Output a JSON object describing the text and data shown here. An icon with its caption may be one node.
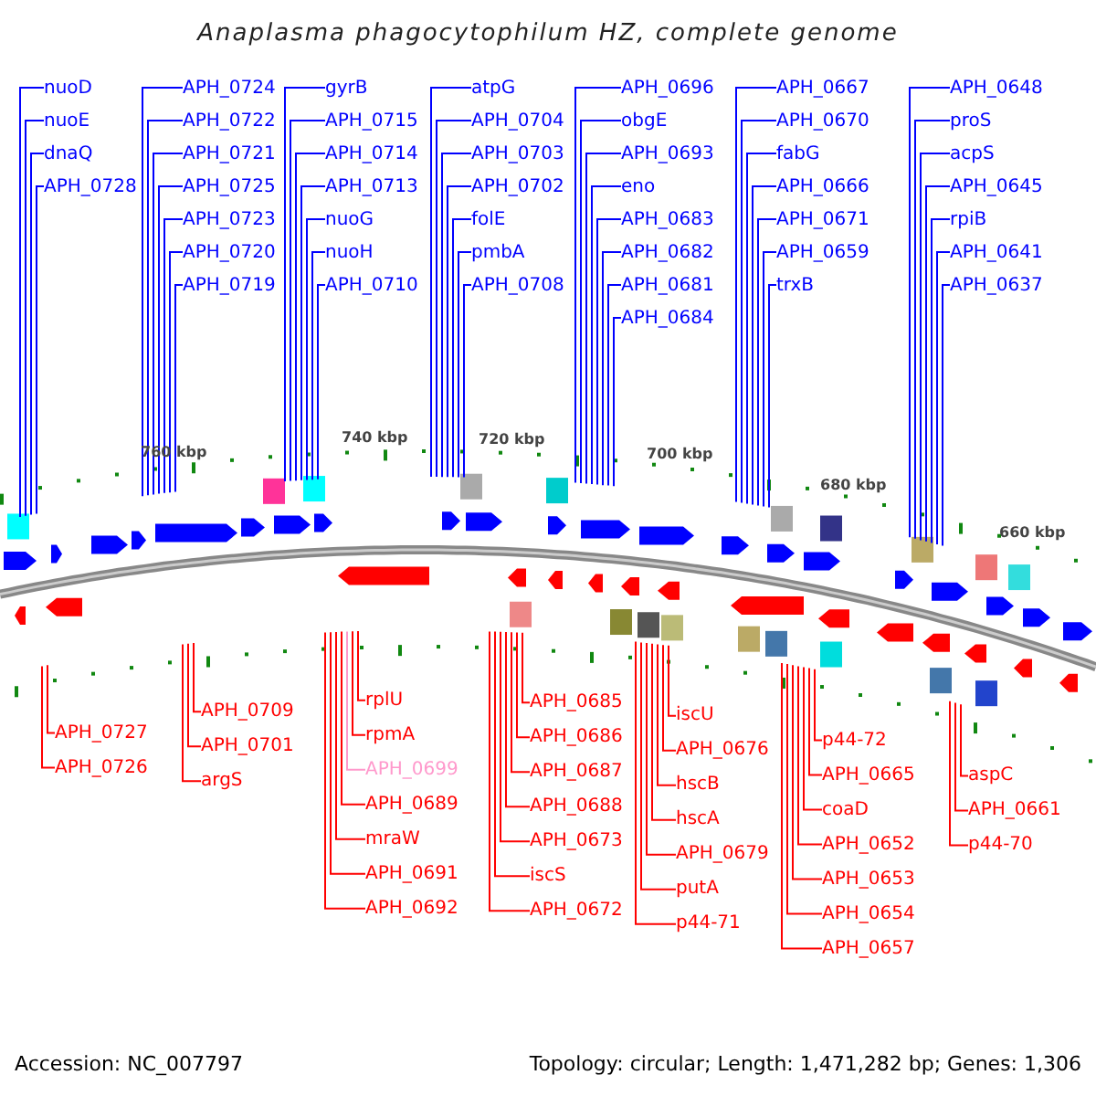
{
  "diagram": {
    "title": "Anaplasma phagocytophilum HZ, complete genome",
    "nodes": [
      {
        "text": [
          "nuoD"
        ]
      },
      {
        "text": [
          "nuoE"
        ]
      },
      {
        "text": [
          "dnaQ"
        ]
      },
      {
        "text": [
          "APH_0728"
        ]
      },
      {
        "text": [
          "APH_0725"
        ]
      },
      {
        "text": [
          "APH_0723"
        ]
      },
      {
        "text": [
          "APH_0724"
        ]
      },
      {
        "text": [
          "APH_0722"
        ]
      },
      {
        "text": [
          "APH_0721"
        ]
      },
      {
        "text": [
          "APH_0720"
        ]
      },
      {
        "text": [
          "APH_0719"
        ]
      },
      {
        "text": [
          "gyrB"
        ]
      },
      {
        "text": [
          "APH_0715"
        ]
      },
      {
        "text": [
          "APH_0714"
        ]
      },
      {
        "text": [
          "APH_0713"
        ]
      },
      {
        "text": [
          "nuoG"
        ]
      },
      {
        "text": [
          "nuoH"
        ]
      },
      {
        "text": [
          "APH_0710"
        ]
      },
      {
        "text": [
          "atpG"
        ]
      },
      {
        "text": [
          "APH_0704"
        ]
      },
      {
        "text": [
          "APH_0703"
        ]
      },
      {
        "text": [
          "APH_0702"
        ]
      },
      {
        "text": [
          "APH_0696"
        ]
      },
      {
        "text": [
          "folE"
        ]
      },
      {
        "text": [
          "pmbA"
        ]
      },
      {
        "text": [
          "APH_0708"
        ]
      },
      {
        "text": [
          "obgE"
        ]
      },
      {
        "text": [
          "APH_0693"
        ]
      },
      {
        "text": [
          "eno"
        ]
      },
      {
        "text": [
          "APH_0683"
        ]
      },
      {
        "text": [
          "APH_0682"
        ]
      },
      {
        "text": [
          "APH_0681"
        ]
      },
      {
        "text": [
          "APH_0684"
        ]
      },
      {
        "text": [
          "APH_0667"
        ]
      },
      {
        "text": [
          "APH_0670"
        ]
      },
      {
        "text": [
          "fabG"
        ]
      },
      {
        "text": [
          "APH_0666"
        ]
      },
      {
        "text": [
          "APH_0671"
        ]
      },
      {
        "text": [
          "APH_0648"
        ]
      },
      {
        "text": [
          "proS"
        ]
      },
      {
        "text": [
          "acpS"
        ]
      },
      {
        "text": [
          "APH_0645"
        ]
      },
      {
        "text": [
          "APH_0659"
        ]
      },
      {
        "text": [
          "trxB"
        ]
      },
      {
        "text": [
          "rpiB"
        ]
      },
      {
        "text": [
          "APH_0641"
        ]
      },
      {
        "text": [
          "APH_0637"
        ]
      },
      {
        "text": [
          "APH_0727"
        ]
      },
      {
        "text": [
          "APH_0726"
        ]
      },
      {
        "text": [
          "APH_0709"
        ]
      },
      {
        "text": [
          "APH_0701"
        ]
      },
      {
        "text": [
          "argS"
        ]
      },
      {
        "text": [
          "rplU"
        ]
      },
      {
        "text": [
          "rpmA"
        ]
      },
      {
        "text": [
          "APH_0699"
        ]
      },
      {
        "text": [
          "APH_0685"
        ]
      },
      {
        "text": [
          "APH_0686"
        ]
      },
      {
        "text": [
          "APH_0687"
        ]
      },
      {
        "text": [
          "APH_0688"
        ]
      },
      {
        "text": [
          "APH_0689"
        ]
      },
      {
        "text": [
          "mraW"
        ]
      },
      {
        "text": [
          "APH_0691"
        ]
      },
      {
        "text": [
          "APH_0692"
        ]
      },
      {
        "text": [
          "APH_0673"
        ]
      },
      {
        "text": [
          "iscS"
        ]
      },
      {
        "text": [
          "APH_0672"
        ]
      },
      {
        "text": [
          "iscU"
        ]
      },
      {
        "text": [
          "APH_0676"
        ]
      },
      {
        "text": [
          "hscB"
        ]
      },
      {
        "text": [
          "hscA"
        ]
      },
      {
        "text": [
          "APH_0679"
        ]
      },
      {
        "text": [
          "putA"
        ]
      },
      {
        "text": [
          "p44-71"
        ]
      },
      {
        "text": [
          "p44-72"
        ]
      },
      {
        "text": [
          "APH_0665"
        ]
      },
      {
        "text": [
          "coaD"
        ]
      },
      {
        "text": [
          "APH_0652"
        ]
      },
      {
        "text": [
          "APH_0653"
        ]
      },
      {
        "text": [
          "APH_0654"
        ]
      },
      {
        "text": [
          "APH_0657"
        ]
      },
      {
        "text": [
          "aspC"
        ]
      },
      {
        "text": [
          "APH_0661"
        ]
      },
      {
        "text": [
          "p44-70"
        ]
      }
    ],
    "edges": [
      {
        "from": 0,
        "to": null,
        "arrow": "none"
      },
      {
        "from": 1,
        "to": null,
        "arrow": "none"
      },
      {
        "from": 2,
        "to": null,
        "arrow": "none"
      },
      {
        "from": 3,
        "to": null,
        "arrow": "none"
      },
      {
        "from": 4,
        "to": null,
        "arrow": "none"
      },
      {
        "from": 5,
        "to": null,
        "arrow": "none"
      },
      {
        "from": 6,
        "to": null,
        "arrow": "none"
      },
      {
        "from": 7,
        "to": null,
        "arrow": "none"
      },
      {
        "from": 8,
        "to": null,
        "arrow": "none"
      },
      {
        "from": 9,
        "to": null,
        "arrow": "none"
      },
      {
        "from": 10,
        "to": null,
        "arrow": "none"
      },
      {
        "from": 11,
        "to": null,
        "arrow": "none"
      },
      {
        "from": 12,
        "to": null,
        "arrow": "none"
      },
      {
        "from": 13,
        "to": null,
        "arrow": "none"
      },
      {
        "from": 14,
        "to": null,
        "arrow": "none"
      },
      {
        "from": 15,
        "to": null,
        "arrow": "none"
      },
      {
        "from": 16,
        "to": null,
        "arrow": "none"
      },
      {
        "from": 17,
        "to": null,
        "arrow": "none"
      },
      {
        "from": 18,
        "to": null,
        "arrow": "none"
      },
      {
        "from": 19,
        "to": null,
        "arrow": "none"
      },
      {
        "from": 20,
        "to": null,
        "arrow": "none"
      },
      {
        "from": 21,
        "to": null,
        "arrow": "none"
      },
      {
        "from": 22,
        "to": null,
        "arrow": "none"
      },
      {
        "from": 23,
        "to": null,
        "arrow": "none"
      },
      {
        "from": 24,
        "to": null,
        "arrow": "none"
      },
      {
        "from": 25,
        "to": null,
        "arrow": "none"
      },
      {
        "from": 26,
        "to": null,
        "arrow": "none"
      },
      {
        "from": 27,
        "to": null,
        "arrow": "none"
      },
      {
        "from": 28,
        "to": null,
        "arrow": "none"
      },
      {
        "from": 29,
        "to": null,
        "arrow": "none"
      },
      {
        "from": 30,
        "to": null,
        "arrow": "none"
      },
      {
        "from": 31,
        "to": null,
        "arrow": "none"
      },
      {
        "from": 32,
        "to": null,
        "arrow": "none"
      },
      {
        "from": 33,
        "to": null,
        "arrow": "none"
      },
      {
        "from": 34,
        "to": null,
        "arrow": "none"
      },
      {
        "from": 35,
        "to": null,
        "arrow": "none"
      },
      {
        "from": 36,
        "to": null,
        "arrow": "none"
      },
      {
        "from": 37,
        "to": null,
        "arrow": "none"
      },
      {
        "from": 38,
        "to": null,
        "arrow": "none"
      },
      {
        "from": 39,
        "to": null,
        "arrow": "none"
      },
      {
        "from": 40,
        "to": null,
        "arrow": "none"
      },
      {
        "from": 41,
        "to": null,
        "arrow": "none"
      },
      {
        "from": 42,
        "to": null,
        "arrow": "none"
      },
      {
        "from": 43,
        "to": null,
        "arrow": "none"
      },
      {
        "from": 44,
        "to": null,
        "arrow": "none"
      },
      {
        "from": 45,
        "to": null,
        "arrow": "none"
      },
      {
        "from": 46,
        "to": null,
        "arrow": "none"
      },
      {
        "from": 47,
        "to": null,
        "arrow": "none",
        "color": "#ff0000"
      },
      {
        "from": 48,
        "to": null,
        "arrow": "none",
        "color": "#ff0000"
      },
      {
        "from": 49,
        "to": null,
        "arrow": "none",
        "color": "#ff0000"
      },
      {
        "from": 50,
        "to": null,
        "arrow": "none",
        "color": "#ff0000"
      },
      {
        "from": 51,
        "to": null,
        "arrow": "none",
        "color": "#ff0000"
      },
      {
        "from": 52,
        "to": null,
        "arrow": "none",
        "color": "#ff0000"
      },
      {
        "from": 53,
        "to": null,
        "arrow": "none",
        "color": "#ff0000"
      },
      {
        "from": 54,
        "to": null,
        "arrow": "none",
        "color": "#ff99cc"
      },
      {
        "from": 55,
        "to": null,
        "arrow": "none",
        "color": "#ff0000"
      },
      {
        "from": 56,
        "to": null,
        "arrow": "none",
        "color": "#ff0000"
      },
      {
        "from": 57,
        "to": null,
        "arrow": "none",
        "color": "#ff0000"
      },
      {
        "from": 58,
        "to": null,
        "arrow": "none",
        "color": "#ff0000"
      },
      {
        "from": 59,
        "to": null,
        "arrow": "none",
        "color": "#ff0000"
      },
      {
        "from": 60,
        "to": null,
        "arrow": "none",
        "color": "#ff0000"
      },
      {
        "from": 61,
        "to": null,
        "arrow": "none",
        "color": "#ff0000"
      },
      {
        "from": 62,
        "to": null,
        "arrow": "none",
        "color": "#ff0000"
      },
      {
        "from": 63,
        "to": null,
        "arrow": "none",
        "color": "#ff0000"
      },
      {
        "from": 64,
        "to": null,
        "arrow": "none",
        "color": "#ff0000"
      },
      {
        "from": 65,
        "to": null,
        "arrow": "none",
        "color": "#ff0000"
      },
      {
        "from": 66,
        "to": null,
        "arrow": "none",
        "color": "#ff0000"
      },
      {
        "from": 67,
        "to": null,
        "arrow": "none",
        "color": "#ff0000"
      },
      {
        "from": 68,
        "to": null,
        "arrow": "none",
        "color": "#ff0000"
      },
      {
        "from": 69,
        "to": null,
        "arrow": "none",
        "color": "#ff0000"
      },
      {
        "from": 70,
        "to": null,
        "arrow": "none",
        "color": "#ff0000"
      },
      {
        "from": 71,
        "to": null,
        "arrow": "none",
        "color": "#ff0000"
      },
      {
        "from": 72,
        "to": null,
        "arrow": "none",
        "color": "#ff0000"
      },
      {
        "from": 73,
        "to": null,
        "arrow": "none",
        "color": "#ff0000"
      },
      {
        "from": 74,
        "to": null,
        "arrow": "none",
        "color": "#ff0000"
      },
      {
        "from": 75,
        "to": null,
        "arrow": "none",
        "color": "#ff0000"
      },
      {
        "from": 76,
        "to": null,
        "arrow": "none",
        "color": "#ff0000"
      },
      {
        "from": 77,
        "to": null,
        "arrow": "none",
        "color": "#ff0000"
      },
      {
        "from": 78,
        "to": null,
        "arrow": "none",
        "color": "#ff0000"
      },
      {
        "from": 79,
        "to": null,
        "arrow": "none",
        "color": "#ff0000"
      },
      {
        "from": 80,
        "to": null,
        "arrow": "none",
        "color": "#ff0000"
      },
      {
        "from": 81,
        "to": null,
        "arrow": "none",
        "color": "#ff0000"
      },
      {
        "from": 82,
        "to": null,
        "arrow": "none",
        "color": "#ff0000"
      }
    ],
    "labels": [
      "760 kbp",
      "740 kbp",
      "720 kbp",
      "700 kbp",
      "680 kbp",
      "660 kbp",
      "Accession: NC_007797",
      "Topology: circular; Length: 1,471,282 bp; Genes: 1,306"
    ]
  }
}
